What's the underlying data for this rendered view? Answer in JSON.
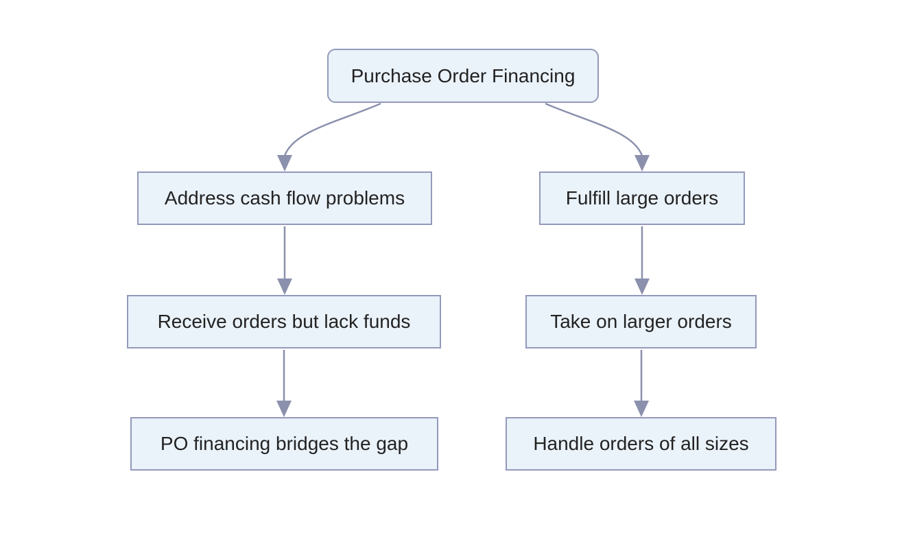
{
  "diagram": {
    "type": "flowchart",
    "direction": "top-down",
    "root": {
      "label": "Purchase Order Financing"
    },
    "left_branch": {
      "level1": "Address cash flow problems",
      "level2": "Receive orders but lack funds",
      "level3": "PO financing bridges the gap"
    },
    "right_branch": {
      "level1": "Fulfill large orders",
      "level2": "Take on larger orders",
      "level3": "Handle orders of all sizes"
    },
    "edges": [
      {
        "from": "Purchase Order Financing",
        "to": "Address cash flow problems"
      },
      {
        "from": "Purchase Order Financing",
        "to": "Fulfill large orders"
      },
      {
        "from": "Address cash flow problems",
        "to": "Receive orders but lack funds"
      },
      {
        "from": "Receive orders but lack funds",
        "to": "PO financing bridges the gap"
      },
      {
        "from": "Fulfill large orders",
        "to": "Take on larger orders"
      },
      {
        "from": "Take on larger orders",
        "to": "Handle orders of all sizes"
      }
    ],
    "colors": {
      "node_fill": "#eaf2fa",
      "node_border": "#9399ba",
      "edge": "#8b90ad",
      "text": "#222222",
      "background": "#ffffff"
    }
  }
}
